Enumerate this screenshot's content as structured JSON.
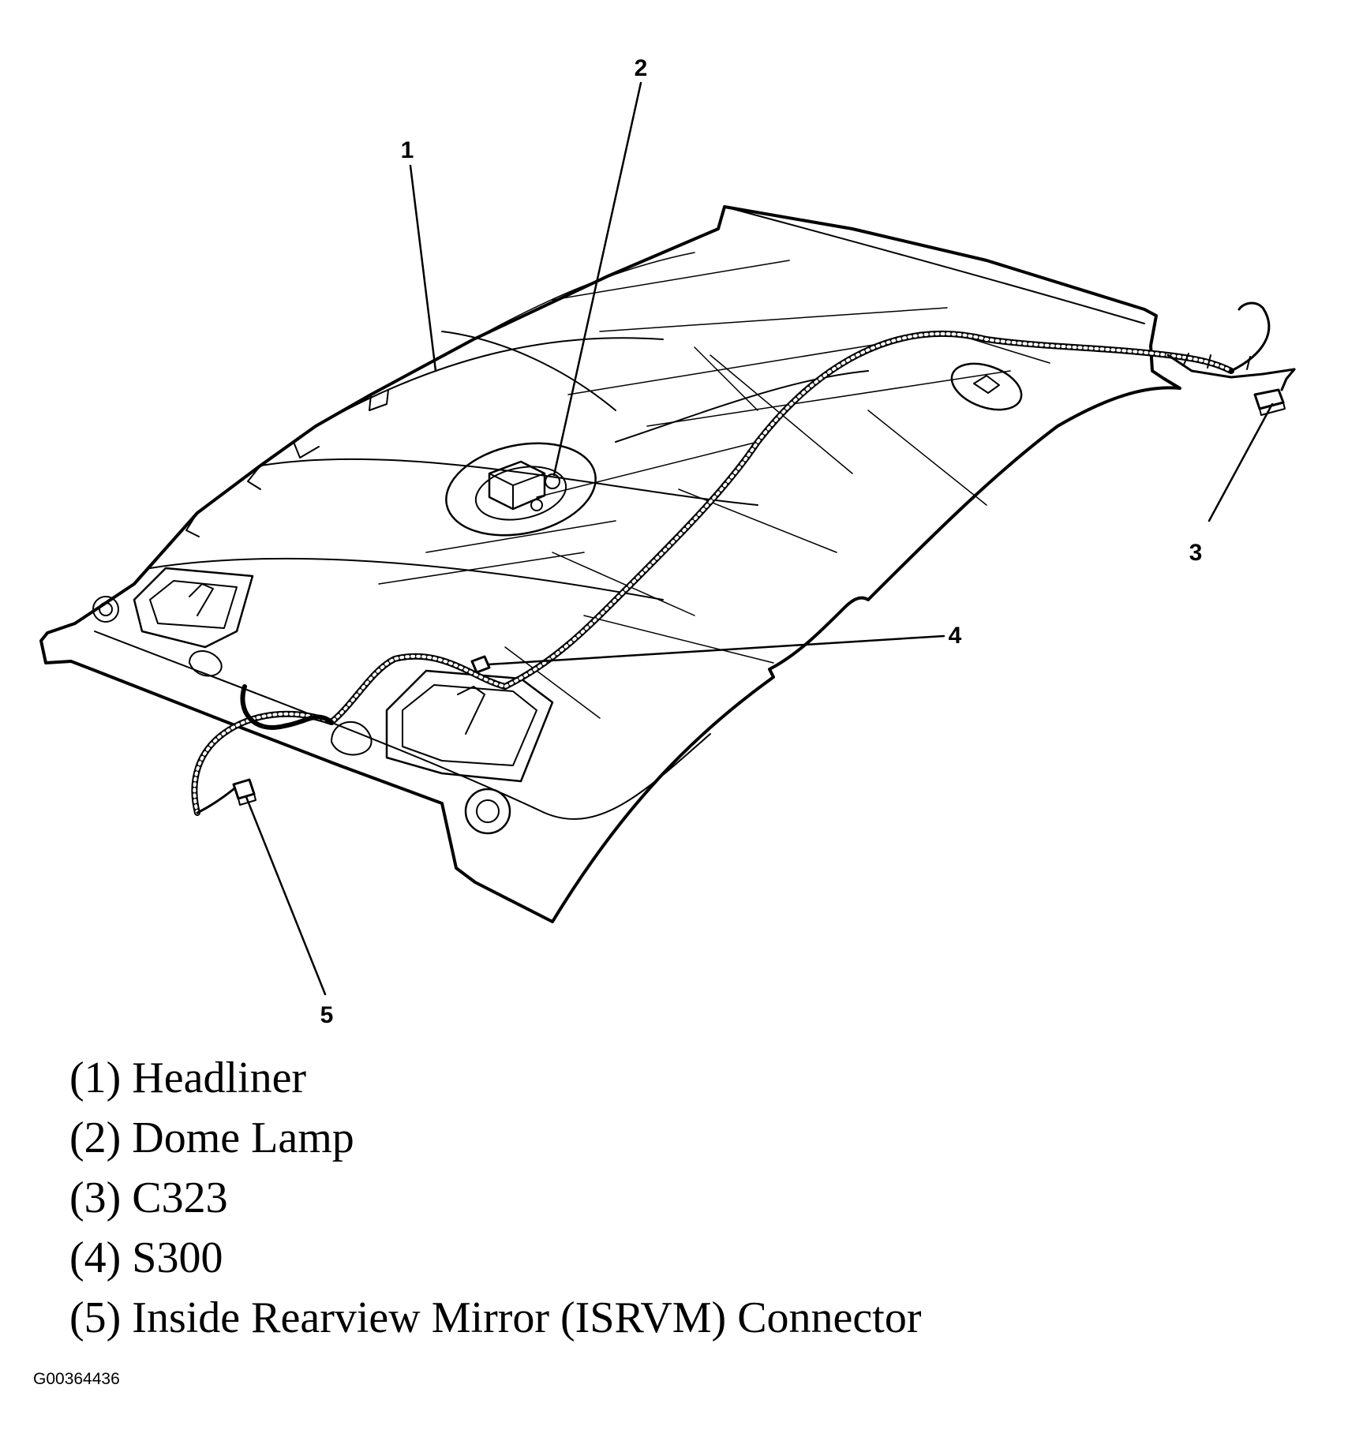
{
  "diagram": {
    "callouts": [
      {
        "number": "1",
        "target": "Headliner"
      },
      {
        "number": "2",
        "target": "Dome Lamp"
      },
      {
        "number": "3",
        "target": "C323"
      },
      {
        "number": "4",
        "target": "S300"
      },
      {
        "number": "5",
        "target": "Inside Rearview Mirror (ISRVM) Connector"
      }
    ]
  },
  "legend": {
    "items": [
      "(1) Headliner",
      "(2) Dome Lamp",
      "(3) C323",
      "(4) S300",
      "(5) Inside Rearview Mirror (ISRVM) Connector"
    ]
  },
  "figure_id": "G00364436",
  "colors": {
    "line": "#000000",
    "background": "#ffffff"
  }
}
